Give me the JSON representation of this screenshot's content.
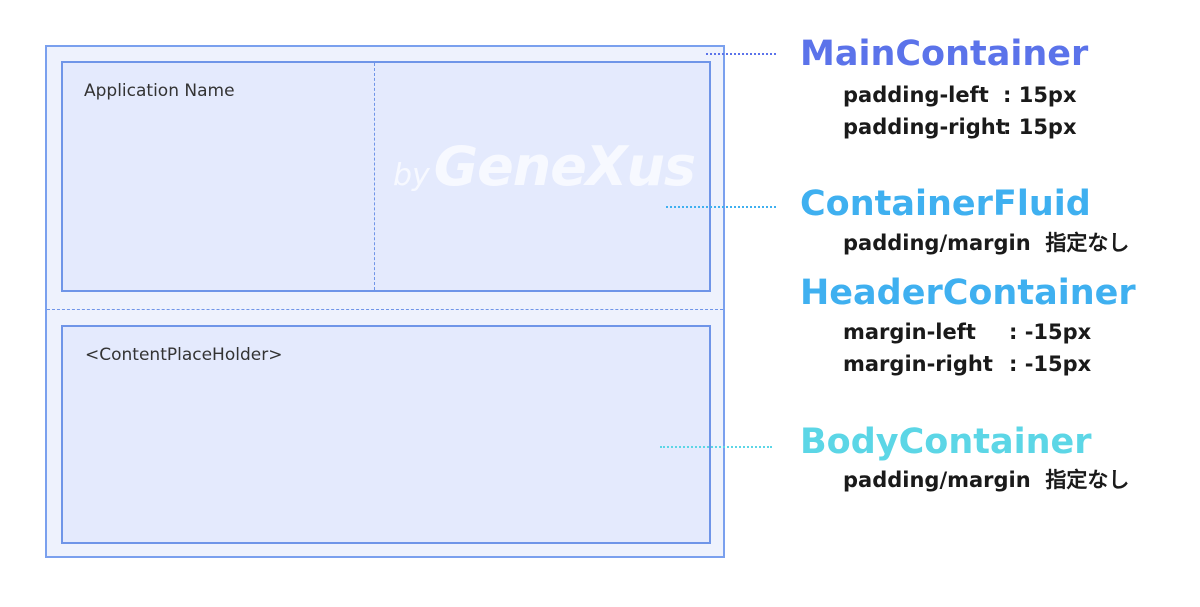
{
  "diagram": {
    "header": {
      "app_name": "Application Name",
      "watermark_by": "by",
      "watermark_brand": "GeneXus"
    },
    "body": {
      "placeholder": "<ContentPlaceHolder>"
    }
  },
  "annotations": {
    "main_container": {
      "title": "MainContainer",
      "color": "#5b73ea",
      "props": [
        {
          "key": "padding-left",
          "value": ": 15px"
        },
        {
          "key": "padding-right",
          "value": ": 15px"
        }
      ]
    },
    "container_fluid": {
      "title": "ContainerFluid",
      "color": "#3fb0f0",
      "note": "padding/margin  指定なし"
    },
    "header_container": {
      "title": "HeaderContainer",
      "color": "#3fb0f0",
      "props": [
        {
          "key": "margin-left",
          "value": ": -15px"
        },
        {
          "key": "margin-right",
          "value": ": -15px"
        }
      ]
    },
    "body_container": {
      "title": "BodyContainer",
      "color": "#5cd6e6",
      "note": "padding/margin  指定なし"
    }
  },
  "colors": {
    "outer_border": "#7aa0ee",
    "outer_fill": "#eef2fd",
    "inner_border": "#6f95e8",
    "inner_fill": "#e4eafd",
    "leader_main": "#5b73ea",
    "leader_fluid": "#3fb0f0",
    "leader_body": "#5cd6e6"
  }
}
